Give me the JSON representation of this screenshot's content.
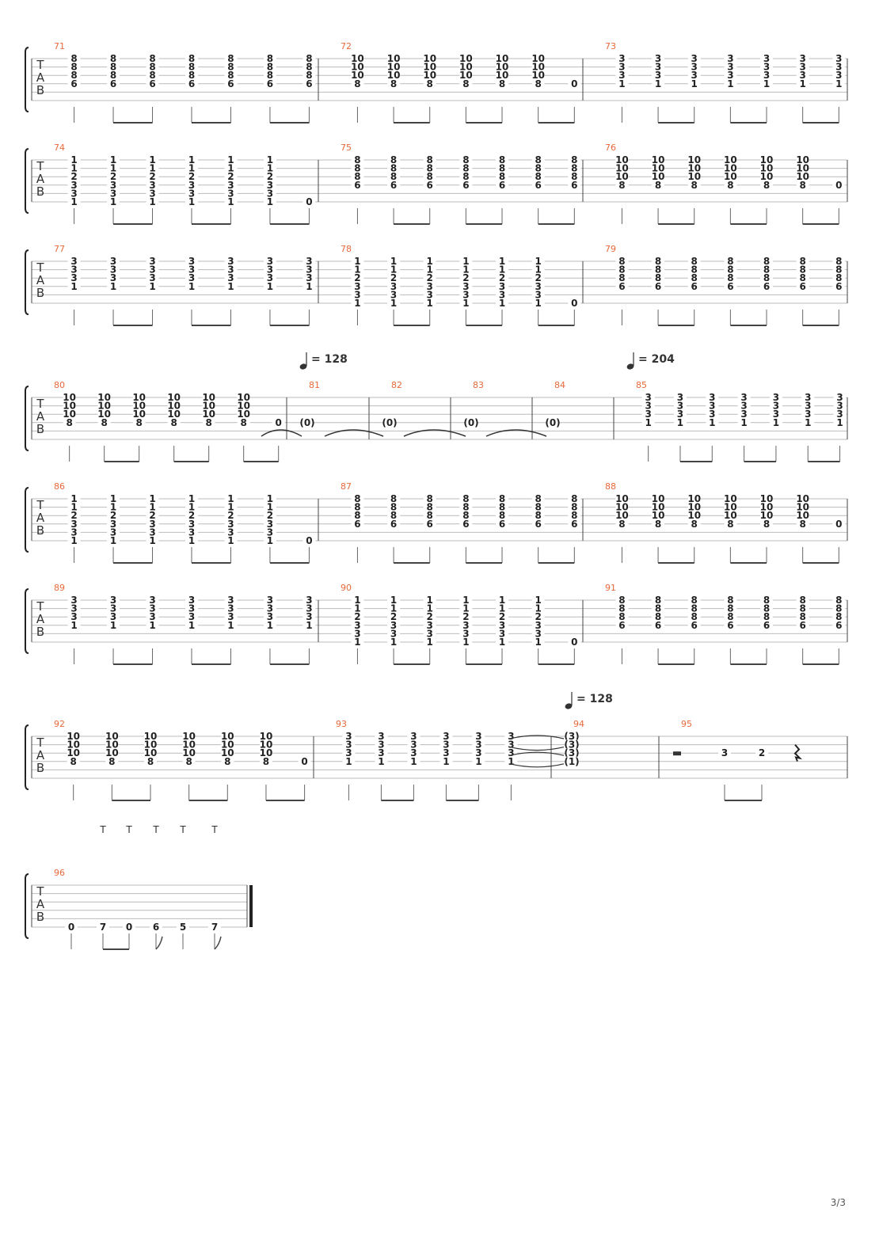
{
  "document": {
    "type": "guitar tablature",
    "tab_letters": [
      "T",
      "A",
      "B"
    ],
    "page_number": "3/3"
  },
  "tempo_marks": [
    {
      "bpm": "= 128",
      "at_bar": "81"
    },
    {
      "bpm": "= 204",
      "at_bar": "85"
    },
    {
      "bpm": "= 128",
      "at_bar": "94"
    }
  ],
  "tap_marks": [
    "T",
    "T",
    "T",
    "T",
    "T"
  ],
  "rows": [
    {
      "bars": [
        {
          "num": "71",
          "chords": [
            [
              "8",
              "8",
              "8",
              "6"
            ],
            [
              "8",
              "8",
              "8",
              "6"
            ],
            [
              "8",
              "8",
              "8",
              "6"
            ],
            [
              "8",
              "8",
              "8",
              "6"
            ],
            [
              "8",
              "8",
              "8",
              "6"
            ],
            [
              "8",
              "8",
              "8",
              "6"
            ],
            [
              "8",
              "8",
              "8",
              "6"
            ]
          ]
        },
        {
          "num": "72",
          "chords": [
            [
              "10",
              "10",
              "10",
              "8"
            ],
            [
              "10",
              "10",
              "10",
              "8"
            ],
            [
              "10",
              "10",
              "10",
              "8"
            ],
            [
              "10",
              "10",
              "10",
              "8"
            ],
            [
              "10",
              "10",
              "10",
              "8"
            ],
            [
              "10",
              "10",
              "10",
              "8"
            ],
            [
              "",
              "",
              "",
              "0"
            ]
          ]
        },
        {
          "num": "73",
          "chords": [
            [
              "3",
              "3",
              "3",
              "1"
            ],
            [
              "3",
              "3",
              "3",
              "1"
            ],
            [
              "3",
              "3",
              "3",
              "1"
            ],
            [
              "3",
              "3",
              "3",
              "1"
            ],
            [
              "3",
              "3",
              "3",
              "1"
            ],
            [
              "3",
              "3",
              "3",
              "1"
            ],
            [
              "3",
              "3",
              "3",
              "1"
            ]
          ]
        }
      ]
    },
    {
      "bars": [
        {
          "num": "74",
          "chords": [
            [
              "1",
              "1",
              "2",
              "3",
              "3",
              "1"
            ],
            [
              "1",
              "1",
              "2",
              "3",
              "3",
              "1"
            ],
            [
              "1",
              "1",
              "2",
              "3",
              "3",
              "1"
            ],
            [
              "1",
              "1",
              "2",
              "3",
              "3",
              "1"
            ],
            [
              "1",
              "1",
              "2",
              "3",
              "3",
              "1"
            ],
            [
              "1",
              "1",
              "2",
              "3",
              "3",
              "1"
            ],
            [
              "",
              "",
              "",
              "",
              "",
              "0"
            ]
          ]
        },
        {
          "num": "75",
          "chords": [
            [
              "8",
              "8",
              "8",
              "6"
            ],
            [
              "8",
              "8",
              "8",
              "6"
            ],
            [
              "8",
              "8",
              "8",
              "6"
            ],
            [
              "8",
              "8",
              "8",
              "6"
            ],
            [
              "8",
              "8",
              "8",
              "6"
            ],
            [
              "8",
              "8",
              "8",
              "6"
            ],
            [
              "8",
              "8",
              "8",
              "6"
            ]
          ]
        },
        {
          "num": "76",
          "chords": [
            [
              "10",
              "10",
              "10",
              "8"
            ],
            [
              "10",
              "10",
              "10",
              "8"
            ],
            [
              "10",
              "10",
              "10",
              "8"
            ],
            [
              "10",
              "10",
              "10",
              "8"
            ],
            [
              "10",
              "10",
              "10",
              "8"
            ],
            [
              "10",
              "10",
              "10",
              "8"
            ],
            [
              "",
              "",
              "",
              "0"
            ]
          ]
        }
      ]
    },
    {
      "bars": [
        {
          "num": "77",
          "chords": [
            [
              "3",
              "3",
              "3",
              "1"
            ],
            [
              "3",
              "3",
              "3",
              "1"
            ],
            [
              "3",
              "3",
              "3",
              "1"
            ],
            [
              "3",
              "3",
              "3",
              "1"
            ],
            [
              "3",
              "3",
              "3",
              "1"
            ],
            [
              "3",
              "3",
              "3",
              "1"
            ],
            [
              "3",
              "3",
              "3",
              "1"
            ]
          ]
        },
        {
          "num": "78",
          "chords": [
            [
              "1",
              "1",
              "2",
              "3",
              "3",
              "1"
            ],
            [
              "1",
              "1",
              "2",
              "3",
              "3",
              "1"
            ],
            [
              "1",
              "1",
              "2",
              "3",
              "3",
              "1"
            ],
            [
              "1",
              "1",
              "2",
              "3",
              "3",
              "1"
            ],
            [
              "1",
              "1",
              "2",
              "3",
              "3",
              "1"
            ],
            [
              "1",
              "1",
              "2",
              "3",
              "3",
              "1"
            ],
            [
              "",
              "",
              "",
              "",
              "",
              "0"
            ]
          ]
        },
        {
          "num": "79",
          "chords": [
            [
              "8",
              "8",
              "8",
              "6"
            ],
            [
              "8",
              "8",
              "8",
              "6"
            ],
            [
              "8",
              "8",
              "8",
              "6"
            ],
            [
              "8",
              "8",
              "8",
              "6"
            ],
            [
              "8",
              "8",
              "8",
              "6"
            ],
            [
              "8",
              "8",
              "8",
              "6"
            ],
            [
              "8",
              "8",
              "8",
              "6"
            ]
          ]
        }
      ]
    },
    {
      "bars": [
        {
          "num": "80",
          "chords": [
            [
              "10",
              "10",
              "10",
              "8"
            ],
            [
              "10",
              "10",
              "10",
              "8"
            ],
            [
              "10",
              "10",
              "10",
              "8"
            ],
            [
              "10",
              "10",
              "10",
              "8"
            ],
            [
              "10",
              "10",
              "10",
              "8"
            ],
            [
              "10",
              "10",
              "10",
              "8"
            ],
            [
              "",
              "",
              "",
              "0"
            ]
          ]
        },
        {
          "num": "81",
          "chords": [
            [
              "",
              "",
              "",
              "(0)"
            ]
          ]
        },
        {
          "num": "82",
          "chords": [
            [
              "",
              "",
              "",
              "(0)"
            ]
          ]
        },
        {
          "num": "83",
          "chords": [
            [
              "",
              "",
              "",
              "(0)"
            ]
          ]
        },
        {
          "num": "84",
          "chords": [
            [
              "",
              "",
              "",
              "(0)"
            ]
          ]
        },
        {
          "num": "85",
          "chords": [
            [
              "3",
              "3",
              "3",
              "1"
            ],
            [
              "3",
              "3",
              "3",
              "1"
            ],
            [
              "3",
              "3",
              "3",
              "1"
            ],
            [
              "3",
              "3",
              "3",
              "1"
            ],
            [
              "3",
              "3",
              "3",
              "1"
            ],
            [
              "3",
              "3",
              "3",
              "1"
            ],
            [
              "3",
              "3",
              "3",
              "1"
            ]
          ]
        }
      ]
    },
    {
      "bars": [
        {
          "num": "86",
          "chords": [
            [
              "1",
              "1",
              "2",
              "3",
              "3",
              "1"
            ],
            [
              "1",
              "1",
              "2",
              "3",
              "3",
              "1"
            ],
            [
              "1",
              "1",
              "2",
              "3",
              "3",
              "1"
            ],
            [
              "1",
              "1",
              "2",
              "3",
              "3",
              "1"
            ],
            [
              "1",
              "1",
              "2",
              "3",
              "3",
              "1"
            ],
            [
              "1",
              "1",
              "2",
              "3",
              "3",
              "1"
            ],
            [
              "",
              "",
              "",
              "",
              "",
              "0"
            ]
          ]
        },
        {
          "num": "87",
          "chords": [
            [
              "8",
              "8",
              "8",
              "6"
            ],
            [
              "8",
              "8",
              "8",
              "6"
            ],
            [
              "8",
              "8",
              "8",
              "6"
            ],
            [
              "8",
              "8",
              "8",
              "6"
            ],
            [
              "8",
              "8",
              "8",
              "6"
            ],
            [
              "8",
              "8",
              "8",
              "6"
            ],
            [
              "8",
              "8",
              "8",
              "6"
            ]
          ]
        },
        {
          "num": "88",
          "chords": [
            [
              "10",
              "10",
              "10",
              "8"
            ],
            [
              "10",
              "10",
              "10",
              "8"
            ],
            [
              "10",
              "10",
              "10",
              "8"
            ],
            [
              "10",
              "10",
              "10",
              "8"
            ],
            [
              "10",
              "10",
              "10",
              "8"
            ],
            [
              "10",
              "10",
              "10",
              "8"
            ],
            [
              "",
              "",
              "",
              "0"
            ]
          ]
        }
      ]
    },
    {
      "bars": [
        {
          "num": "89",
          "chords": [
            [
              "3",
              "3",
              "3",
              "1"
            ],
            [
              "3",
              "3",
              "3",
              "1"
            ],
            [
              "3",
              "3",
              "3",
              "1"
            ],
            [
              "3",
              "3",
              "3",
              "1"
            ],
            [
              "3",
              "3",
              "3",
              "1"
            ],
            [
              "3",
              "3",
              "3",
              "1"
            ],
            [
              "3",
              "3",
              "3",
              "1"
            ]
          ]
        },
        {
          "num": "90",
          "chords": [
            [
              "1",
              "1",
              "2",
              "3",
              "3",
              "1"
            ],
            [
              "1",
              "1",
              "2",
              "3",
              "3",
              "1"
            ],
            [
              "1",
              "1",
              "2",
              "3",
              "3",
              "1"
            ],
            [
              "1",
              "1",
              "2",
              "3",
              "3",
              "1"
            ],
            [
              "1",
              "1",
              "2",
              "3",
              "3",
              "1"
            ],
            [
              "1",
              "1",
              "2",
              "3",
              "3",
              "1"
            ],
            [
              "",
              "",
              "",
              "",
              "",
              "0"
            ]
          ]
        },
        {
          "num": "91",
          "chords": [
            [
              "8",
              "8",
              "8",
              "6"
            ],
            [
              "8",
              "8",
              "8",
              "6"
            ],
            [
              "8",
              "8",
              "8",
              "6"
            ],
            [
              "8",
              "8",
              "8",
              "6"
            ],
            [
              "8",
              "8",
              "8",
              "6"
            ],
            [
              "8",
              "8",
              "8",
              "6"
            ],
            [
              "8",
              "8",
              "8",
              "6"
            ]
          ]
        }
      ]
    },
    {
      "bars": [
        {
          "num": "92",
          "chords": [
            [
              "10",
              "10",
              "10",
              "8"
            ],
            [
              "10",
              "10",
              "10",
              "8"
            ],
            [
              "10",
              "10",
              "10",
              "8"
            ],
            [
              "10",
              "10",
              "10",
              "8"
            ],
            [
              "10",
              "10",
              "10",
              "8"
            ],
            [
              "10",
              "10",
              "10",
              "8"
            ],
            [
              "",
              "",
              "",
              "0"
            ]
          ]
        },
        {
          "num": "93",
          "chords": [
            [
              "3",
              "3",
              "3",
              "1"
            ],
            [
              "3",
              "3",
              "3",
              "1"
            ],
            [
              "3",
              "3",
              "3",
              "1"
            ],
            [
              "3",
              "3",
              "3",
              "1"
            ],
            [
              "3",
              "3",
              "3",
              "1"
            ],
            [
              "3",
              "3",
              "3",
              "1"
            ]
          ]
        },
        {
          "num": "94",
          "chords": [
            [
              "(3)",
              "(3)",
              "(3)",
              "(1)"
            ]
          ]
        },
        {
          "num": "95",
          "chords": [
            [
              "",
              "",
              "3",
              ""
            ],
            [
              "",
              "",
              "2",
              ""
            ]
          ]
        }
      ]
    },
    {
      "bars": [
        {
          "num": "96",
          "chords": [
            [
              "",
              "",
              "",
              "",
              "",
              "0"
            ],
            [
              "",
              "",
              "",
              "",
              "",
              "7"
            ],
            [
              "",
              "",
              "",
              "",
              "",
              "0"
            ],
            [
              "",
              "",
              "",
              "",
              "",
              "6"
            ],
            [
              "",
              "",
              "",
              "",
              "",
              "5"
            ],
            [
              "",
              "",
              "",
              "",
              "",
              "7"
            ]
          ]
        }
      ]
    }
  ]
}
